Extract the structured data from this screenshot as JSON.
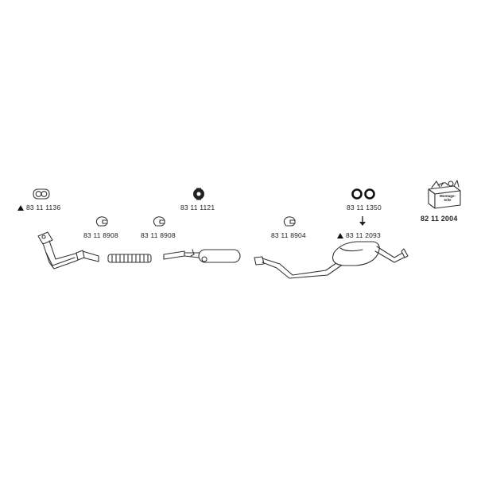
{
  "parts": [
    {
      "id": "manifold-gasket",
      "number": "83 11 1136",
      "marker": "triangle",
      "icon": "gasket-icon"
    },
    {
      "id": "clamp-1",
      "number": "83 11 8908",
      "marker": "",
      "icon": "clamp-icon"
    },
    {
      "id": "clamp-2",
      "number": "83 11 8908",
      "marker": "",
      "icon": "clamp-icon"
    },
    {
      "id": "rubber-hanger",
      "number": "83 11 1121",
      "marker": "",
      "icon": "rubber-hanger-icon"
    },
    {
      "id": "clamp-3",
      "number": "83 11 8904",
      "marker": "",
      "icon": "clamp-icon"
    },
    {
      "id": "rubber-rings",
      "number": "83 11 1350",
      "marker": "",
      "icon": "rubber-rings-icon"
    },
    {
      "id": "rear-muffler-part",
      "number": "83 11 2093",
      "marker": "triangle",
      "icon": "arrow-down-icon"
    },
    {
      "id": "mounting-kit",
      "number": "82 11 2004",
      "marker": "",
      "icon": "mounting-box-icon",
      "box_label_line1": "Montage-",
      "box_label_line2": "teile"
    }
  ],
  "colors": {
    "line": "#333333",
    "text": "#222222",
    "background": "#ffffff"
  }
}
